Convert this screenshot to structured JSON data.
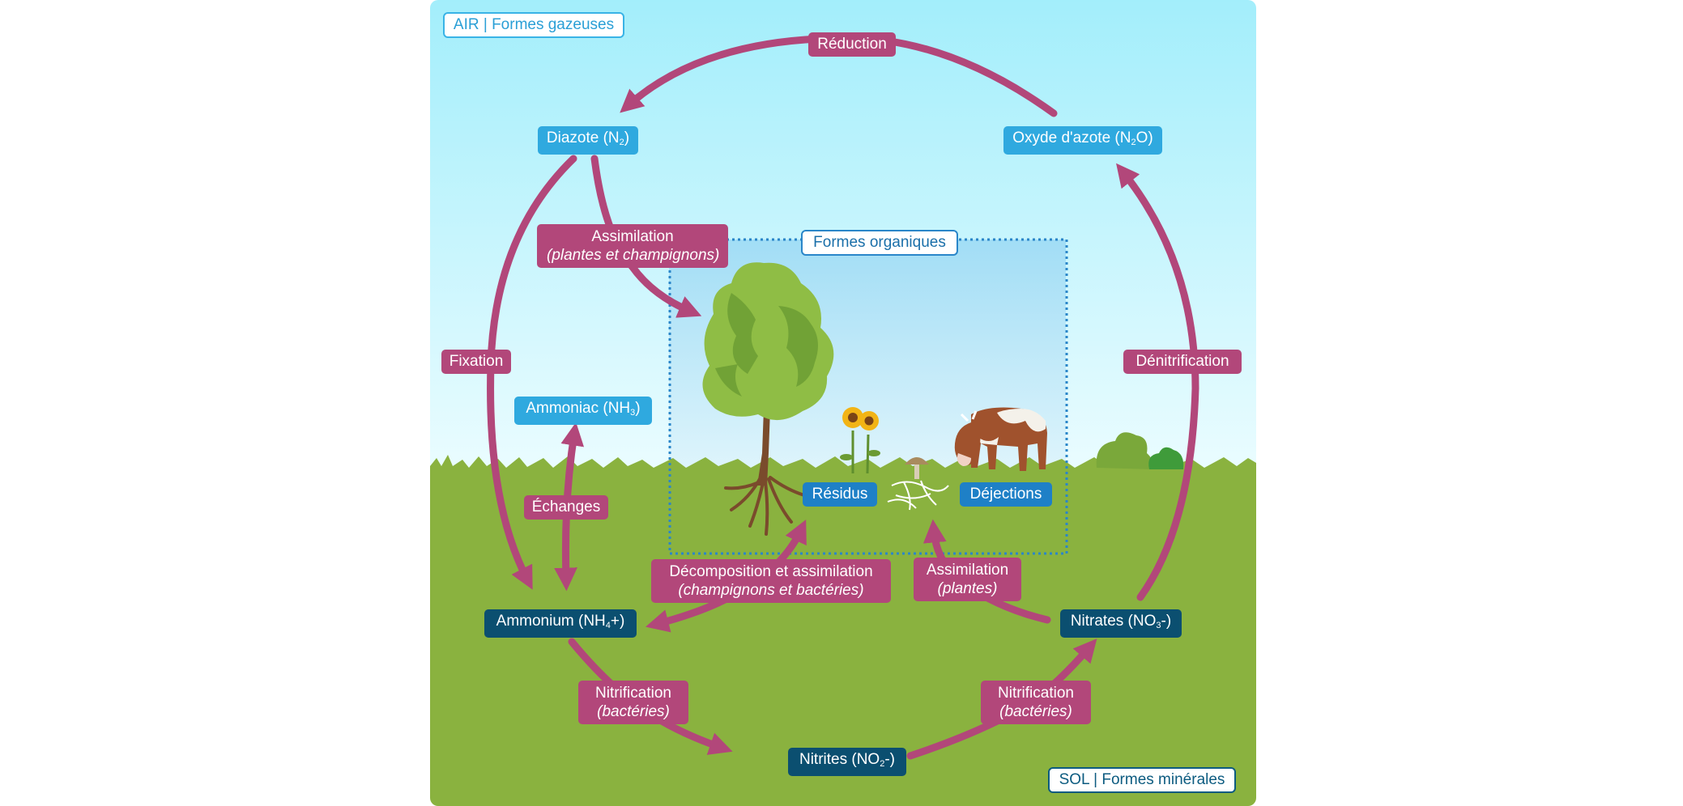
{
  "regions": {
    "air": "AIR | Formes gazeuses",
    "soil": "SOL | Formes minérales",
    "organic": "Formes organiques"
  },
  "compounds": {
    "diazote": {
      "name": "Diazote (N",
      "sub": "2",
      "tail": ")"
    },
    "oxyde": {
      "name": "Oxyde d'azote (N",
      "sub": "2",
      "tail": "O)"
    },
    "ammoniac": {
      "name": "Ammoniac (NH",
      "sub": "3",
      "tail": ")"
    },
    "ammonium": {
      "name": "Ammonium (NH",
      "sub": "4",
      "tail": "+)"
    },
    "nitrates": {
      "name": "Nitrates (NO",
      "sub": "3",
      "tail": "-)"
    },
    "nitrites": {
      "name": "Nitrites (NO",
      "sub": "2",
      "tail": "-)"
    },
    "residus": "Résidus",
    "dejections": "Déjections"
  },
  "processes": {
    "reduction": "Réduction",
    "fixation": "Fixation",
    "denitrification": "Dénitrification",
    "echanges": "Échanges",
    "assimilation_top": {
      "main": "Assimilation",
      "sub": "(plantes et champignons)"
    },
    "decomposition": {
      "main": "Décomposition et assimilation",
      "sub": "(champignons et bactéries)"
    },
    "assimilation_plantes": {
      "main": "Assimilation",
      "sub": "(plantes)"
    },
    "nitrification_left": {
      "main": "Nitrification",
      "sub": "(bactéries)"
    },
    "nitrification_right": {
      "main": "Nitrification",
      "sub": "(bactéries)"
    }
  },
  "colors": {
    "sky_top": "#a3eefb",
    "sky_bottom": "#e8fbfe",
    "grass": "#8ab23f",
    "arrow": "#b2477a",
    "gas_box": "#2fa9df",
    "mineral_box": "#0b4f70",
    "organic_box": "#1e80c7"
  }
}
